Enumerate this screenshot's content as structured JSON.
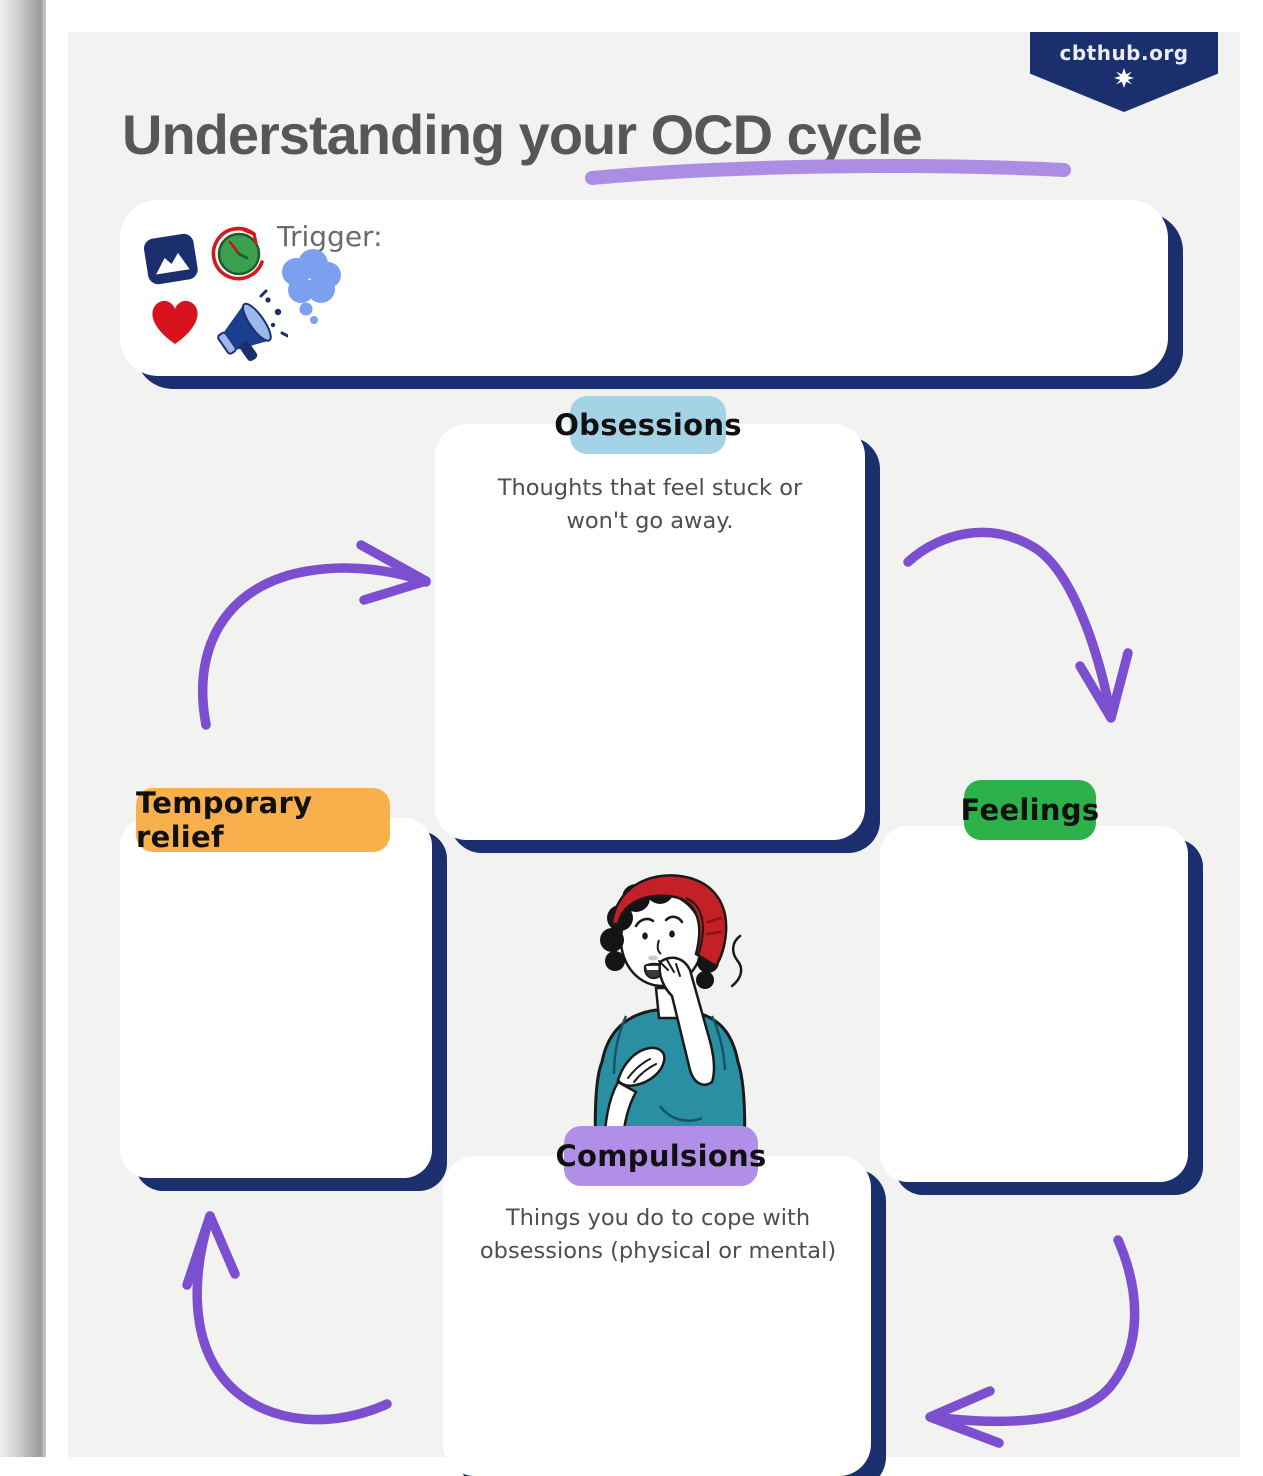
{
  "page": {
    "title": "Understanding your OCD cycle",
    "site_badge": "cbthub.org"
  },
  "trigger_section": {
    "label": "Trigger:",
    "icons": [
      "image-icon",
      "timer-icon",
      "heart-icon",
      "megaphone-icon",
      "thought-bubble-icon"
    ]
  },
  "cycle": {
    "obsessions": {
      "label": "Obsessions",
      "description": "Thoughts that feel stuck or won't go away."
    },
    "feelings": {
      "label": "Feelings"
    },
    "compulsions": {
      "label": "Compulsions",
      "description": "Things you do to cope with obsessions (physical or mental)"
    },
    "temporary_relief": {
      "label": "Temporary relief"
    }
  },
  "colors": {
    "navy": "#1b2e6e",
    "page_bg": "#f2f2f1",
    "obsessions_label_bg": "#a5d3e6",
    "feelings_label_bg": "#2db24b",
    "compulsions_label_bg": "#b18fe9",
    "temporary_relief_label_bg": "#f8b04d",
    "arrow_purple": "#7c4fd0",
    "underline_purple": "#ab8ee3"
  }
}
